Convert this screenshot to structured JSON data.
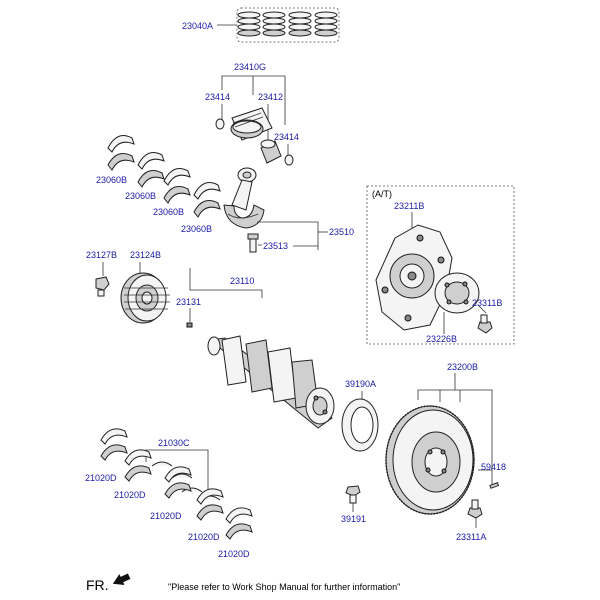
{
  "labels": {
    "piston_ring_set": "23040A",
    "piston_pin_assy": "23410G",
    "snap_ring_left": "23414",
    "piston_pin": "23412",
    "snap_ring_right": "23414",
    "bearing_upper_1": "23060B",
    "bearing_upper_2": "23060B",
    "bearing_upper_3": "23060B",
    "bearing_upper_4": "23060B",
    "connecting_rod": "23510",
    "rod_bolt": "23513",
    "at_variant": "(A/T)",
    "drive_plate": "23211B",
    "drive_plate_bolt": "23311B",
    "adapter_plate": "23226B",
    "pulley_bolt": "23127B",
    "damper_pulley": "23124B",
    "crankshaft_assy": "23110",
    "crank_key": "23131",
    "ring_gear": "39190A",
    "flywheel_assy": "23200B",
    "dowel_pin": "59418",
    "flywheel_bolt": "23311A",
    "sensor_bolt": "39191",
    "thrust_washer": "21030C",
    "main_bearing_1": "21020D",
    "main_bearing_2": "21020D",
    "main_bearing_3": "21020D",
    "main_bearing_4": "21020D",
    "main_bearing_5": "21020D"
  },
  "footer": {
    "direction": "FR.",
    "note": "\"Please refer to Work Shop Manual for further information\""
  },
  "colors": {
    "label": "#1a1aa6",
    "line": "#333333"
  }
}
